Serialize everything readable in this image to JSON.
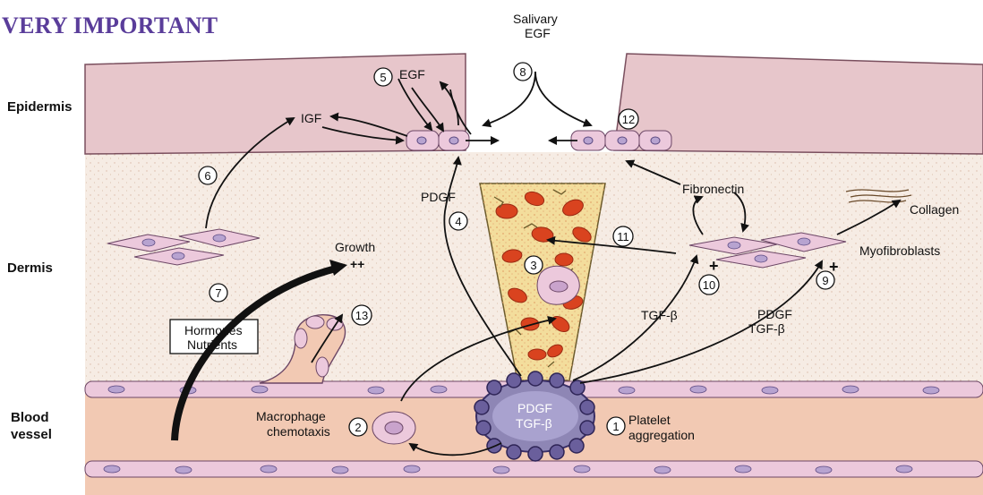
{
  "heading": "VERY IMPORTANT",
  "layers": {
    "epidermis": "Epidermis",
    "dermis": "Dermis",
    "blood_vessel_line1": "Blood",
    "blood_vessel_line2": "vessel"
  },
  "labels": {
    "salivary_line1": "Salivary",
    "salivary_line2": "EGF",
    "egf": "EGF",
    "igf": "IGF",
    "pdgf": "PDGF",
    "fibronectin": "Fibronectin",
    "collagen": "Collagen",
    "myofibroblasts": "Myofibroblasts",
    "growth": "Growth",
    "growth_plus": "++",
    "hormones": "Hormones",
    "nutrients": "Nutrients",
    "tgf_beta": "TGF-β",
    "pdgf_tgf_line1": "PDGF",
    "pdgf_tgf_line2": "TGF-β",
    "clot_line1": "PDGF",
    "clot_line2": "TGF-β",
    "macrophage_line1": "Macrophage",
    "macrophage_line2": "chemotaxis",
    "platelet_line1": "Platelet",
    "platelet_line2": "aggregation",
    "plus": "+"
  },
  "steps": [
    "1",
    "2",
    "3",
    "4",
    "5",
    "6",
    "7",
    "8",
    "9",
    "10",
    "11",
    "12",
    "13"
  ],
  "colors": {
    "heading": "#5a3d9a",
    "epidermis": "#e7c6cb",
    "dermis": "#f6ece4",
    "vessel": "#f2c9b3",
    "wound": "#f3dd9c",
    "cell": "#ecc9dc",
    "rbc": "#d9431f",
    "clot": "#8e86b5"
  }
}
